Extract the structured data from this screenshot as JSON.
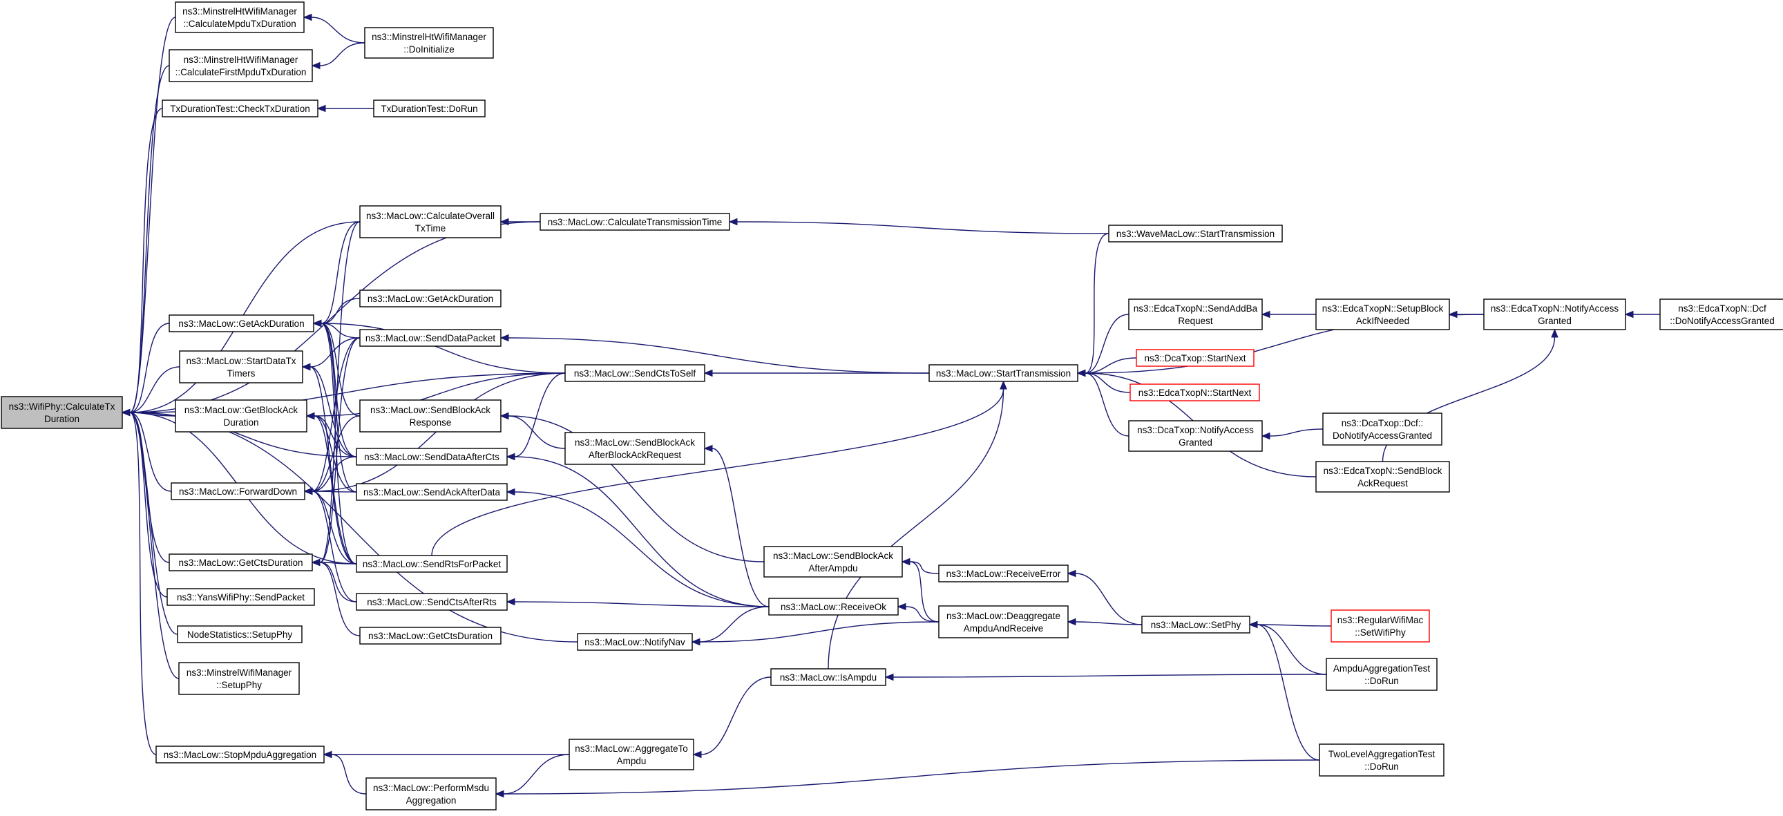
{
  "diagram": {
    "edge_color": "#191970",
    "node_border": "#000000",
    "root_fill": "#bfbfbf",
    "missing_border": "#ff0000",
    "nodes": [
      {
        "id": "root",
        "lines": [
          "ns3::WifiPhy::CalculateTx",
          "Duration"
        ],
        "style": "root"
      },
      {
        "id": "mhCalcMpdu",
        "lines": [
          "ns3::MinstrelHtWifiManager",
          "::CalculateMpduTxDuration"
        ]
      },
      {
        "id": "mhDoInit",
        "lines": [
          "ns3::MinstrelHtWifiManager",
          "::DoInitialize"
        ]
      },
      {
        "id": "mhCalcFirst",
        "lines": [
          "ns3::MinstrelHtWifiManager",
          "::CalculateFirstMpduTxDuration"
        ]
      },
      {
        "id": "tdCheck",
        "lines": [
          "TxDurationTest::CheckTxDuration"
        ]
      },
      {
        "id": "tdRun",
        "lines": [
          "TxDurationTest::DoRun"
        ]
      },
      {
        "id": "calcOverall",
        "lines": [
          "ns3::MacLow::CalculateOverall",
          "TxTime"
        ]
      },
      {
        "id": "calcTrans",
        "lines": [
          "ns3::MacLow::CalculateTransmissionTime"
        ]
      },
      {
        "id": "waveStart",
        "lines": [
          "ns3::WaveMacLow::StartTransmission"
        ]
      },
      {
        "id": "getAck1",
        "lines": [
          "ns3::MacLow::GetAckDuration"
        ]
      },
      {
        "id": "getAck2",
        "lines": [
          "ns3::MacLow::GetAckDuration"
        ]
      },
      {
        "id": "sendDataPacket",
        "lines": [
          "ns3::MacLow::SendDataPacket"
        ]
      },
      {
        "id": "startDataTx",
        "lines": [
          "ns3::MacLow::StartDataTx",
          "Timers"
        ]
      },
      {
        "id": "sendCtsToSelf",
        "lines": [
          "ns3::MacLow::SendCtsToSelf"
        ]
      },
      {
        "id": "startTrans",
        "lines": [
          "ns3::MacLow::StartTransmission"
        ]
      },
      {
        "id": "edcaAddBa",
        "lines": [
          "ns3::EdcaTxopN::SendAddBa",
          "Request"
        ]
      },
      {
        "id": "edcaSetup",
        "lines": [
          "ns3::EdcaTxopN::SetupBlock",
          "AckIfNeeded"
        ]
      },
      {
        "id": "edcaNotify",
        "lines": [
          "ns3::EdcaTxopN::NotifyAccess",
          "Granted"
        ]
      },
      {
        "id": "edcaDcf",
        "lines": [
          "ns3::EdcaTxopN::Dcf",
          "::DoNotifyAccessGranted"
        ]
      },
      {
        "id": "dcaStartNext",
        "lines": [
          "ns3::DcaTxop::StartNext"
        ],
        "style": "missing"
      },
      {
        "id": "edcaStartNext",
        "lines": [
          "ns3::EdcaTxopN::StartNext"
        ],
        "style": "missing"
      },
      {
        "id": "getBlockAck",
        "lines": [
          "ns3::MacLow::GetBlockAck",
          "Duration"
        ]
      },
      {
        "id": "sendBlockAckResp",
        "lines": [
          "ns3::MacLow::SendBlockAck",
          "Response"
        ]
      },
      {
        "id": "sendBlockAckAfterReq",
        "lines": [
          "ns3::MacLow::SendBlockAck",
          "AfterBlockAckRequest"
        ]
      },
      {
        "id": "dcaNotify",
        "lines": [
          "ns3::DcaTxop::NotifyAccess",
          "Granted"
        ]
      },
      {
        "id": "dcaDcf",
        "lines": [
          "ns3::DcaTxop::Dcf::",
          "DoNotifyAccessGranted"
        ]
      },
      {
        "id": "edcaSendBlockAckReq",
        "lines": [
          "ns3::EdcaTxopN::SendBlock",
          "AckRequest"
        ]
      },
      {
        "id": "sendDataAfterCts",
        "lines": [
          "ns3::MacLow::SendDataAfterCts"
        ]
      },
      {
        "id": "forwardDown",
        "lines": [
          "ns3::MacLow::ForwardDown"
        ]
      },
      {
        "id": "sendAckAfterData",
        "lines": [
          "ns3::MacLow::SendAckAfterData"
        ]
      },
      {
        "id": "getCts1",
        "lines": [
          "ns3::MacLow::GetCtsDuration"
        ]
      },
      {
        "id": "sendRts",
        "lines": [
          "ns3::MacLow::SendRtsForPacket"
        ]
      },
      {
        "id": "sendBlockAckAfterAmpdu",
        "lines": [
          "ns3::MacLow::SendBlockAck",
          "AfterAmpdu"
        ]
      },
      {
        "id": "receiveError",
        "lines": [
          "ns3::MacLow::ReceiveError"
        ]
      },
      {
        "id": "yansSend",
        "lines": [
          "ns3::YansWifiPhy::SendPacket"
        ]
      },
      {
        "id": "sendCtsAfterRts",
        "lines": [
          "ns3::MacLow::SendCtsAfterRts"
        ]
      },
      {
        "id": "receiveOk",
        "lines": [
          "ns3::MacLow::ReceiveOk"
        ]
      },
      {
        "id": "deaggregate",
        "lines": [
          "ns3::MacLow::Deaggregate",
          "AmpduAndReceive"
        ]
      },
      {
        "id": "setPhy",
        "lines": [
          "ns3::MacLow::SetPhy"
        ]
      },
      {
        "id": "regularSetPhy",
        "lines": [
          "ns3::RegularWifiMac",
          "::SetWifiPhy"
        ],
        "style": "missing"
      },
      {
        "id": "nodeStats",
        "lines": [
          "NodeStatistics::SetupPhy"
        ]
      },
      {
        "id": "getCts2",
        "lines": [
          "ns3::MacLow::GetCtsDuration"
        ]
      },
      {
        "id": "notifyNav",
        "lines": [
          "ns3::MacLow::NotifyNav"
        ]
      },
      {
        "id": "minstrelSetup",
        "lines": [
          "ns3::MinstrelWifiManager",
          "::SetupPhy"
        ]
      },
      {
        "id": "isAmpdu",
        "lines": [
          "ns3::MacLow::IsAmpdu"
        ]
      },
      {
        "id": "ampduAggTest",
        "lines": [
          "AmpduAggregationTest",
          "::DoRun"
        ]
      },
      {
        "id": "stopMpdu",
        "lines": [
          "ns3::MacLow::StopMpduAggregation"
        ]
      },
      {
        "id": "aggregateTo",
        "lines": [
          "ns3::MacLow::AggregateTo",
          "Ampdu"
        ]
      },
      {
        "id": "twoLevel",
        "lines": [
          "TwoLevelAggregationTest",
          "::DoRun"
        ]
      },
      {
        "id": "performMsdu",
        "lines": [
          "ns3::MacLow::PerformMsdu",
          "Aggregation"
        ]
      }
    ],
    "edges": [
      [
        "root",
        "mhCalcMpdu"
      ],
      [
        "root",
        "mhCalcFirst"
      ],
      [
        "root",
        "tdCheck"
      ],
      [
        "root",
        "calcOverall"
      ],
      [
        "root",
        "calcTrans"
      ],
      [
        "root",
        "getAck1"
      ],
      [
        "root",
        "startDataTx"
      ],
      [
        "root",
        "sendCtsToSelf"
      ],
      [
        "root",
        "getBlockAck"
      ],
      [
        "root",
        "sendDataAfterCts"
      ],
      [
        "root",
        "forwardDown"
      ],
      [
        "root",
        "sendRts"
      ],
      [
        "root",
        "getCts1"
      ],
      [
        "root",
        "yansSend"
      ],
      [
        "root",
        "nodeStats"
      ],
      [
        "root",
        "minstrelSetup"
      ],
      [
        "root",
        "notifyNav"
      ],
      [
        "root",
        "stopMpdu"
      ],
      [
        "mhCalcMpdu",
        "mhDoInit"
      ],
      [
        "mhCalcFirst",
        "mhDoInit"
      ],
      [
        "tdCheck",
        "tdRun"
      ],
      [
        "calcOverall",
        "calcTrans"
      ],
      [
        "calcTrans",
        "waveStart"
      ],
      [
        "getAck1",
        "calcOverall"
      ],
      [
        "getAck1",
        "getAck2"
      ],
      [
        "getAck1",
        "sendDataPacket"
      ],
      [
        "getAck1",
        "sendCtsToSelf"
      ],
      [
        "getAck1",
        "sendBlockAckResp"
      ],
      [
        "getAck1",
        "sendDataAfterCts"
      ],
      [
        "getAck1",
        "sendRts"
      ],
      [
        "getAck1",
        "sendAckAfterData"
      ],
      [
        "sendDataPacket",
        "startTrans"
      ],
      [
        "sendCtsToSelf",
        "startTrans"
      ],
      [
        "startTrans",
        "waveStart"
      ],
      [
        "startTrans",
        "edcaAddBa"
      ],
      [
        "startTrans",
        "edcaNotify"
      ],
      [
        "startTrans",
        "dcaStartNext"
      ],
      [
        "startTrans",
        "edcaStartNext"
      ],
      [
        "startTrans",
        "dcaNotify"
      ],
      [
        "startTrans",
        "edcaSendBlockAckReq"
      ],
      [
        "startTrans",
        "sendRts"
      ],
      [
        "startTrans",
        "isAmpdu"
      ],
      [
        "edcaAddBa",
        "edcaSetup"
      ],
      [
        "edcaSetup",
        "edcaNotify"
      ],
      [
        "edcaNotify",
        "edcaDcf"
      ],
      [
        "edcaNotify",
        "edcaSendBlockAckReq"
      ],
      [
        "dcaNotify",
        "dcaDcf"
      ],
      [
        "startDataTx",
        "sendDataPacket"
      ],
      [
        "startDataTx",
        "sendDataAfterCts"
      ],
      [
        "startDataTx",
        "sendRts"
      ],
      [
        "getBlockAck",
        "sendCtsToSelf"
      ],
      [
        "getBlockAck",
        "sendDataAfterCts"
      ],
      [
        "getBlockAck",
        "sendRts"
      ],
      [
        "getBlockAck",
        "sendAckAfterData"
      ],
      [
        "sendBlockAckResp",
        "sendBlockAckAfterReq"
      ],
      [
        "sendBlockAckResp",
        "sendBlockAckAfterAmpdu"
      ],
      [
        "sendBlockAckAfterReq",
        "receiveOk"
      ],
      [
        "sendDataAfterCts",
        "sendCtsToSelf"
      ],
      [
        "sendDataAfterCts",
        "receiveOk"
      ],
      [
        "forwardDown",
        "sendDataPacket"
      ],
      [
        "forwardDown",
        "sendBlockAckResp"
      ],
      [
        "forwardDown",
        "sendDataAfterCts"
      ],
      [
        "forwardDown",
        "sendAckAfterData"
      ],
      [
        "forwardDown",
        "sendRts"
      ],
      [
        "forwardDown",
        "sendCtsToSelf"
      ],
      [
        "forwardDown",
        "sendCtsAfterRts"
      ],
      [
        "sendAckAfterData",
        "receiveOk"
      ],
      [
        "getCts1",
        "calcOverall"
      ],
      [
        "getCts1",
        "sendDataPacket"
      ],
      [
        "getCts1",
        "sendRts"
      ],
      [
        "getCts1",
        "sendCtsAfterRts"
      ],
      [
        "getCts1",
        "getCts2"
      ],
      [
        "sendCtsAfterRts",
        "receiveOk"
      ],
      [
        "sendBlockAckAfterAmpdu",
        "receiveError"
      ],
      [
        "sendBlockAckAfterAmpdu",
        "deaggregate"
      ],
      [
        "receiveOk",
        "deaggregate"
      ],
      [
        "receiveError",
        "setPhy"
      ],
      [
        "deaggregate",
        "setPhy"
      ],
      [
        "setPhy",
        "regularSetPhy"
      ],
      [
        "setPhy",
        "ampduAggTest"
      ],
      [
        "setPhy",
        "twoLevel"
      ],
      [
        "notifyNav",
        "receiveOk"
      ],
      [
        "notifyNav",
        "deaggregate"
      ],
      [
        "isAmpdu",
        "ampduAggTest"
      ],
      [
        "aggregateTo",
        "isAmpdu"
      ],
      [
        "stopMpdu",
        "aggregateTo"
      ],
      [
        "stopMpdu",
        "performMsdu"
      ],
      [
        "performMsdu",
        "aggregateTo"
      ],
      [
        "performMsdu",
        "twoLevel"
      ]
    ]
  }
}
